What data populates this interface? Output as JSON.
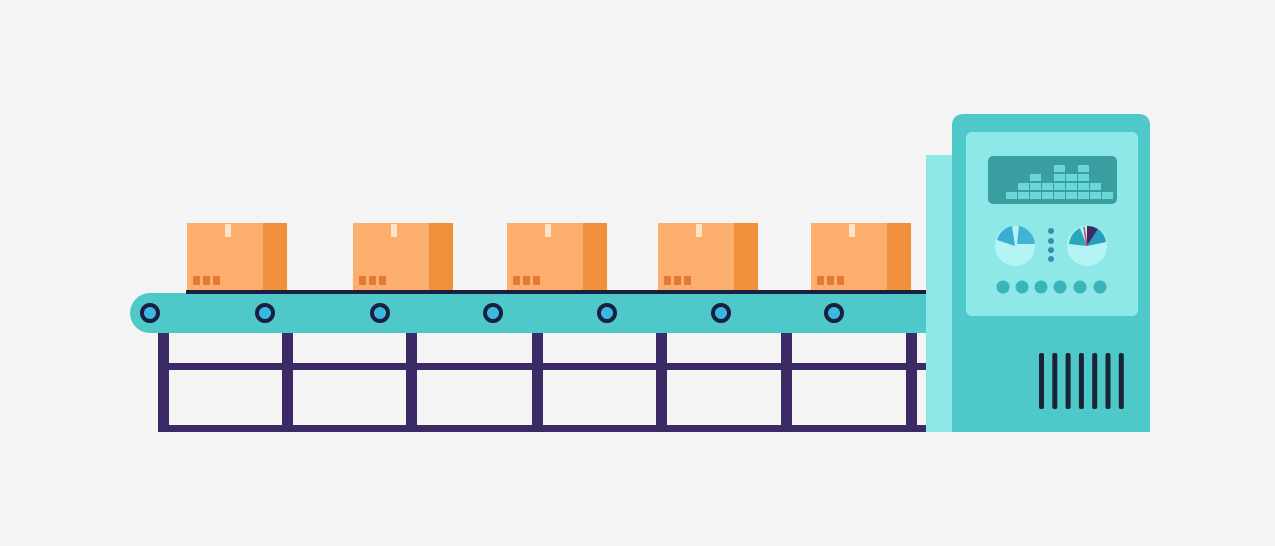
{
  "illustration": {
    "subject": "conveyor-belt-with-control-machine",
    "box_count": 5,
    "roller_count": 7,
    "colors": {
      "background": "#f4f4f4",
      "belt": "#4ec8c8",
      "roller_fill": "#3ab8e0",
      "roller_ring": "#1a1f40",
      "frame": "#3b2a66",
      "box_front": "#fcae6e",
      "box_side": "#f0903a",
      "machine_body": "#4ec8c8",
      "machine_panel": "#8ee8e8",
      "screen": "#3a9ea0",
      "vent": "#1a2436"
    }
  }
}
